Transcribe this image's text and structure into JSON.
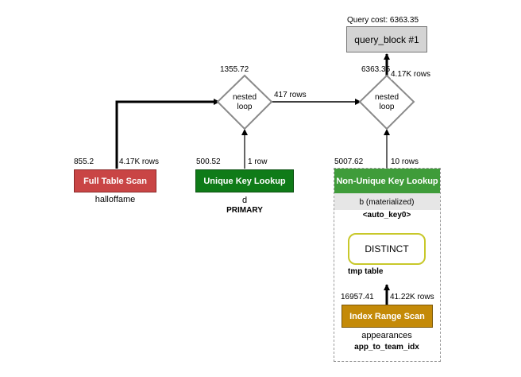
{
  "diagram": {
    "query_cost_label": "Query cost: 6363.35",
    "query_block": "query_block #1",
    "nested_loop_label": "nested\nloop",
    "nl1": {
      "cost": "1355.72",
      "out_rows": "417 rows"
    },
    "nl2": {
      "cost": "6363.35",
      "out_rows": "4.17K rows"
    },
    "full_scan": {
      "label": "Full Table Scan",
      "cost": "855.2",
      "rows": "4.17K rows",
      "table": "halloffame",
      "color": "#c94545"
    },
    "unique_lookup": {
      "label": "Unique Key Lookup",
      "cost": "500.52",
      "rows": "1 row",
      "table": "d",
      "key": "PRIMARY",
      "color": "#0f7b18"
    },
    "nonunique_lookup": {
      "label": "Non-Unique Key Lookup",
      "cost": "5007.62",
      "rows": "10 rows",
      "table": "b (materialized)",
      "key": "<auto_key0>",
      "color": "#3f9c3a"
    },
    "distinct": {
      "label": "DISTINCT",
      "sub": "tmp table",
      "border_color": "#c8c82a"
    },
    "range_scan": {
      "label": "Index Range Scan",
      "cost": "16957.41",
      "rows": "41.22K rows",
      "table": "appearances",
      "key": "app_to_team_idx",
      "color": "#c48a08"
    },
    "query_block_color": "#d4d4d4"
  }
}
